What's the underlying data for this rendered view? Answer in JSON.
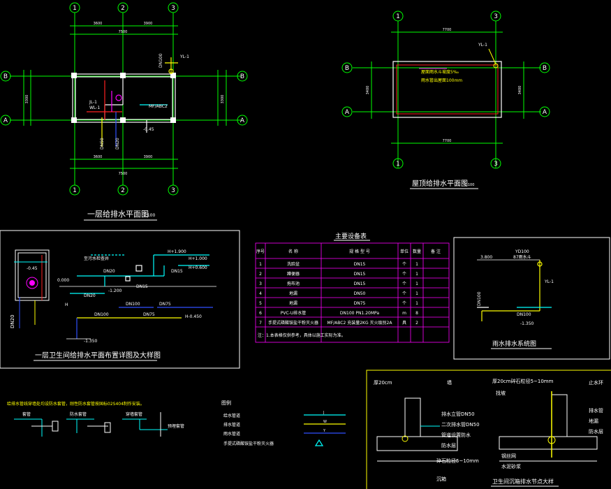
{
  "colors": {
    "bg": "#000000",
    "grid": "#00ff00",
    "wall": "#ffffff",
    "red": "#ff2020",
    "magenta": "#ff00ff",
    "yellow": "#ffff00",
    "cyan": "#00ffff",
    "blue": "#3050ff"
  },
  "plan1": {
    "title": "一层给排水平面图",
    "scale": "1:100",
    "axes_top": [
      "1",
      "2",
      "3"
    ],
    "axes_side": [
      "B",
      "A"
    ],
    "dims_top": [
      "3600",
      "3900"
    ],
    "dims_total": "7500",
    "dims_side": [
      "3300"
    ],
    "labels": {
      "dn100": "DN100",
      "yl1": "YL-1",
      "jl1": "JL-1",
      "wl1": "WL-1",
      "mf": "MF/ABC2",
      "dn50": "DN50",
      "dn20": "DN20",
      "fl": "-0.45"
    }
  },
  "plan2": {
    "title": "屋顶给排水平面图",
    "scale": "1:100",
    "axes_top": [
      "1",
      "3"
    ],
    "axes_side": [
      "B",
      "A"
    ],
    "dims_total": "7700",
    "dims_side": "3400",
    "labels": {
      "yl1": "YL-1",
      "note1": "屋面雨水斗坡度5‰",
      "note2": "雨水管出屋面100mm"
    }
  },
  "detail": {
    "title": "一层卫生间给排水平面布置详图及大样图",
    "labels": {
      "dn20a": "DN20",
      "dn20b": "DN20",
      "dn15a": "DN15",
      "dn15b": "DN15",
      "dn100a": "DN100",
      "dn100b": "DN100",
      "dn75": "DN75",
      "h1": "H+1.900",
      "h2": "H+1.000",
      "h3": "H+0.600",
      "h4": "H-0.450",
      "h5": "-1.200",
      "h6": "-1.350",
      "ground": "0.000",
      "note": "至污水检查井",
      "dn20v": "DN20",
      "h7": "H"
    }
  },
  "equipment": {
    "title": "主要设备表",
    "headers": [
      "序号",
      "名 称",
      "规 格 型 号",
      "单位",
      "数量",
      "备 注"
    ],
    "rows": [
      [
        "1",
        "洗脸盆",
        "DN15",
        "个",
        "1",
        ""
      ],
      [
        "2",
        "蹲便器",
        "DN15",
        "个",
        "1",
        ""
      ],
      [
        "3",
        "拖布池",
        "DN15",
        "个",
        "1",
        ""
      ],
      [
        "4",
        "地漏",
        "DN50",
        "个",
        "1",
        ""
      ],
      [
        "5",
        "地漏",
        "DN75",
        "个",
        "1",
        ""
      ],
      [
        "6",
        "PVC-U排水管",
        "DN100 PN1.20MPa",
        "m",
        "8",
        ""
      ],
      [
        "7",
        "手提式磷酸铵盐干粉灭火器",
        "MF/ABC2 充装量2KG 灭火级别2A",
        "具",
        "2",
        ""
      ]
    ],
    "note": "注：1.本表格仅供参考，具体以施工实际为准。"
  },
  "riser": {
    "title": "雨水排水系统图",
    "labels": {
      "yd": "YD100",
      "top": "87雨水斗",
      "h": "3.800",
      "yl1": "YL-1",
      "dn100": "DN100",
      "bottom": "-1.350",
      "left": "DN100"
    }
  },
  "pipe_notes": {
    "heading": "给排水管线穿墙处均设防水套管，刚性防水套管按国标02S404制作安装。",
    "labels": [
      "套管",
      "防水套管",
      "穿墙套管",
      "预埋套管"
    ]
  },
  "legend": {
    "title": "图例",
    "items": [
      {
        "label": "给水管道",
        "line": "J"
      },
      {
        "label": "排水管道",
        "line": "W"
      },
      {
        "label": "雨水管道",
        "line": "Y"
      },
      {
        "label": "手提式磷酸铵盐干粉灭火器",
        "line": ""
      }
    ]
  },
  "section": {
    "title": "卫生间沉箱排水节点大样",
    "labels": {
      "t1": "厚20cm",
      "t2": "厚20cm碎石粒径5~10mm",
      "wall": "墙",
      "pipe50": "排水立管DN50",
      "pipe50b": "二次排水管DN50",
      "drain": "管道设置防水",
      "stone": "碎石粒径5~10mm",
      "slab": "沉箱",
      "r1": "找坡",
      "r2": "排水管",
      "r3": "地漏",
      "r4": "防水层",
      "r5": "止水环",
      "mesh": "钢丝网",
      "cement": "水泥砂浆",
      "insul": "防水层"
    }
  }
}
